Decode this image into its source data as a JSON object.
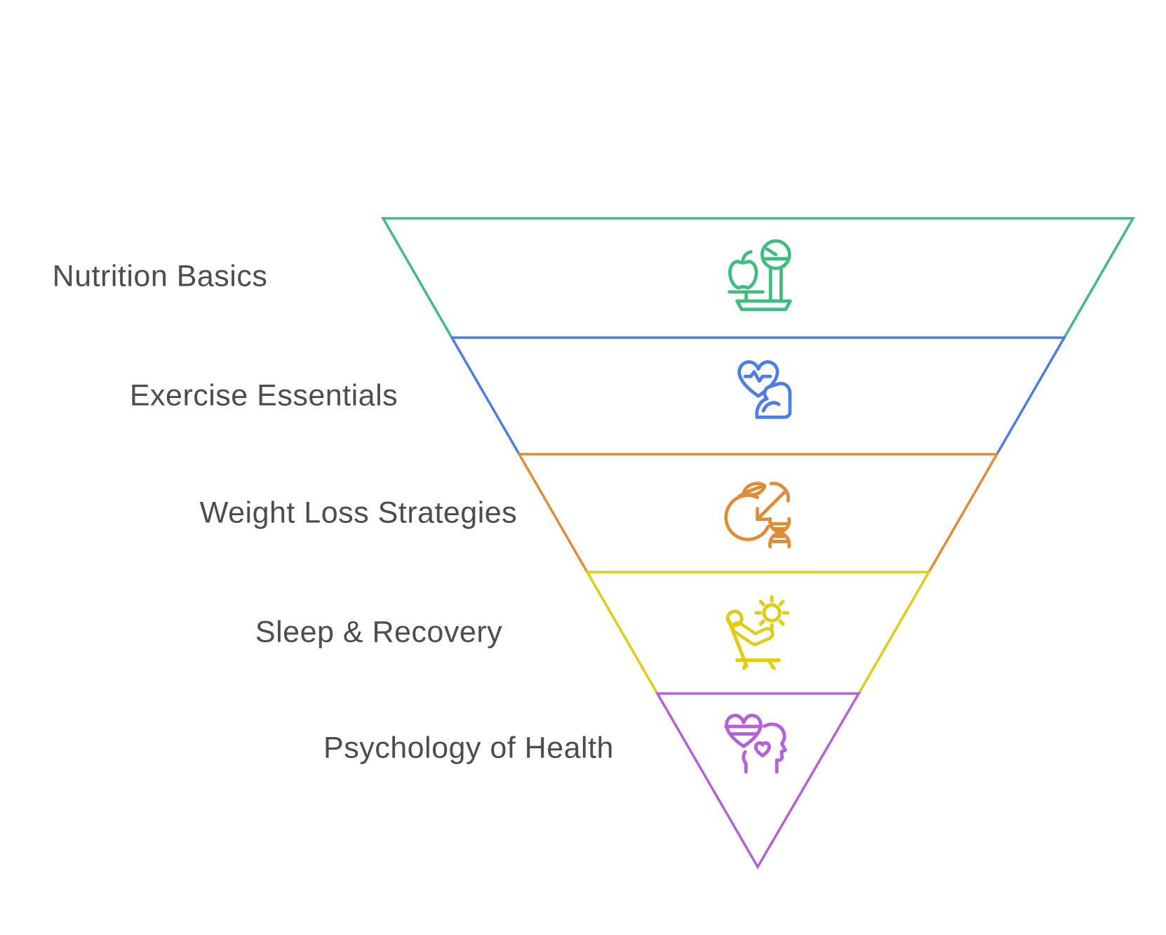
{
  "diagram": {
    "type": "inverted-pyramid-funnel",
    "background_color": "#ffffff",
    "label_text_color": "#4d4d4d",
    "levels": [
      {
        "label": "Nutrition Basics",
        "color": "#3ebd7e",
        "icon": "nutrition-scale-apple-icon"
      },
      {
        "label": "Exercise Essentials",
        "color": "#4a7de5",
        "icon": "heart-pulse-muscle-icon"
      },
      {
        "label": "Weight Loss Strategies",
        "color": "#e08c32",
        "icon": "apple-arrow-dna-icon"
      },
      {
        "label": "Sleep & Recovery",
        "color": "#e2cc13",
        "icon": "lounge-chair-sun-icon"
      },
      {
        "label": "Psychology of Health",
        "color": "#b55fd8",
        "icon": "head-hearts-icon"
      }
    ]
  }
}
